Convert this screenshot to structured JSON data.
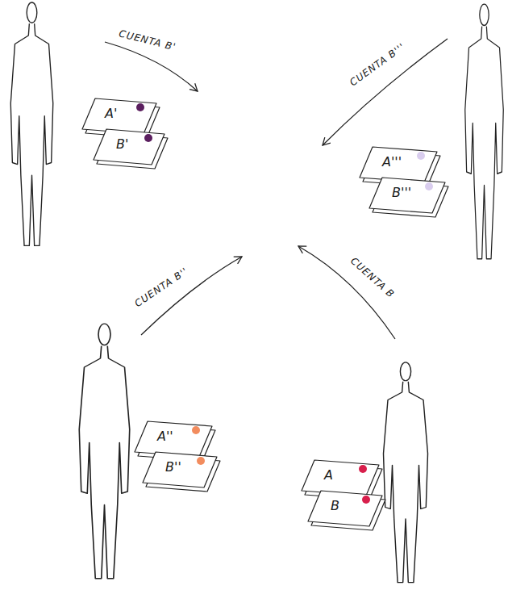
{
  "diagram": {
    "nodes": [
      {
        "text": [
          "A'"
        ]
      },
      {
        "text": [
          "B'"
        ]
      },
      {
        "text": [
          "A'''"
        ]
      },
      {
        "text": [
          "B'''"
        ]
      },
      {
        "text": [
          "A''"
        ]
      },
      {
        "text": [
          "B''"
        ]
      },
      {
        "text": [
          "A"
        ]
      },
      {
        "text": [
          "B"
        ]
      }
    ],
    "labels": [
      "CUENTA B'",
      "CUENTA B'''",
      "CUENTA B''",
      "CUENTA B"
    ]
  }
}
